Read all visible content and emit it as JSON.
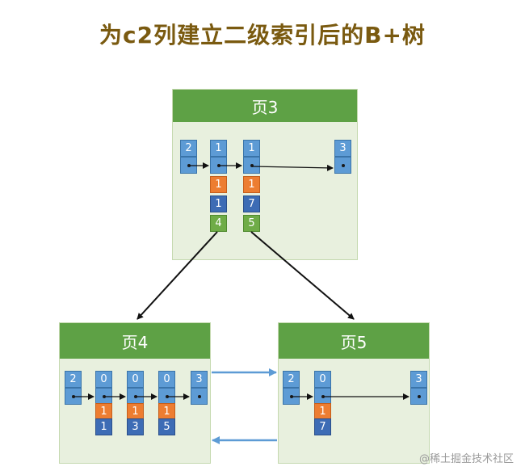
{
  "title": "为c2列建立二级索引后的B+树",
  "pages": {
    "p3": {
      "label": "页3",
      "records": [
        {
          "key": "2"
        },
        {
          "key": "1",
          "c2": "1",
          "c1": "1",
          "page": "4"
        },
        {
          "key": "1",
          "c2": "1",
          "c1": "7",
          "page": "5"
        },
        {
          "key": "3"
        }
      ]
    },
    "p4": {
      "label": "页4",
      "records": [
        {
          "key": "2"
        },
        {
          "key": "0",
          "c2": "1",
          "c1": "1"
        },
        {
          "key": "0",
          "c2": "1",
          "c1": "3"
        },
        {
          "key": "0",
          "c2": "1",
          "c1": "5"
        },
        {
          "key": "3"
        }
      ]
    },
    "p5": {
      "label": "页5",
      "records": [
        {
          "key": "2"
        },
        {
          "key": "0",
          "c2": "1",
          "c1": "7"
        },
        {
          "key": "3"
        }
      ]
    }
  },
  "watermark": "@稀土掘金技术社区",
  "colors": {
    "header": "#5ea145",
    "body": "#e8f0de",
    "record": "#5d9bd5",
    "c2": "#ed7d31",
    "c1": "#3d6cb5",
    "page_no": "#6fac47",
    "title": "#7a5a10",
    "link_arrow": "#5d9bd5"
  }
}
